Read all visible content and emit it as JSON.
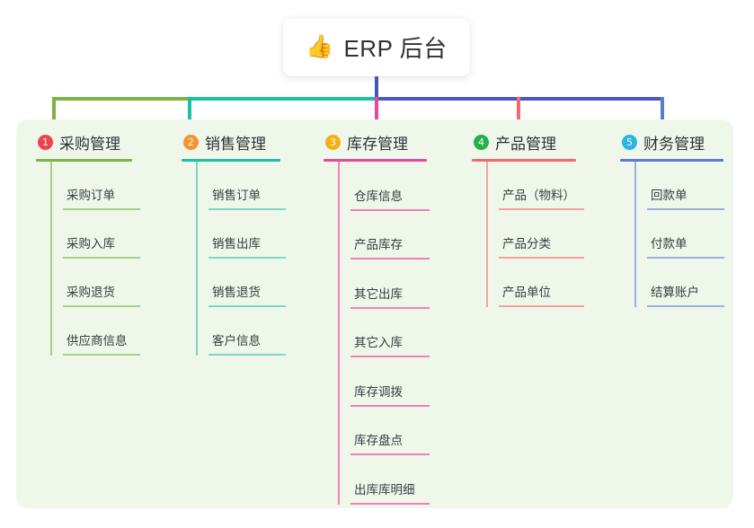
{
  "root": {
    "icon": "thumbs-up-icon",
    "emoji": "👍",
    "title": "ERP 后台"
  },
  "palette": {
    "panel_background": "#eef7e9",
    "page_background": "#ffffff",
    "root_stem": "#4455bb",
    "text": "#2f3136"
  },
  "connectors": {
    "segments": [
      {
        "name": "green",
        "color": "#7cb342"
      },
      {
        "name": "teal",
        "color": "#19c2a3"
      },
      {
        "name": "indigo",
        "color": "#4b57c4"
      }
    ]
  },
  "columns": [
    {
      "number": "1",
      "title": "采购管理",
      "badge_color": "#f0434f",
      "line_color": "#7cb342",
      "leaf_line_color": "#a7d08c",
      "items": [
        {
          "label": "采购订单"
        },
        {
          "label": "采购入库"
        },
        {
          "label": "采购退货"
        },
        {
          "label": "供应商信息"
        }
      ]
    },
    {
      "number": "2",
      "title": "销售管理",
      "badge_color": "#f59331",
      "line_color": "#19c2a3",
      "leaf_line_color": "#7fd6c6",
      "items": [
        {
          "label": "销售订单"
        },
        {
          "label": "销售出库"
        },
        {
          "label": "销售退货"
        },
        {
          "label": "客户信息"
        }
      ]
    },
    {
      "number": "3",
      "title": "库存管理",
      "badge_color": "#f5b014",
      "line_color": "#ec4899",
      "leaf_line_color": "#ef82b8",
      "items": [
        {
          "label": "仓库信息"
        },
        {
          "label": "产品库存"
        },
        {
          "label": "其它出库"
        },
        {
          "label": "其它入库"
        },
        {
          "label": "库存调拨"
        },
        {
          "label": "库存盘点"
        },
        {
          "label": "出库库明细"
        }
      ]
    },
    {
      "number": "4",
      "title": "产品管理",
      "badge_color": "#23b14d",
      "line_color": "#f4696e",
      "leaf_line_color": "#f8a0a3",
      "items": [
        {
          "label": "产品（物料）"
        },
        {
          "label": "产品分类"
        },
        {
          "label": "产品单位"
        }
      ]
    },
    {
      "number": "5",
      "title": "财务管理",
      "badge_color": "#2cb3e8",
      "line_color": "#5b7ad1",
      "leaf_line_color": "#9bb0e0",
      "items": [
        {
          "label": "回款单"
        },
        {
          "label": "付款单"
        },
        {
          "label": "结算账户"
        }
      ]
    }
  ]
}
